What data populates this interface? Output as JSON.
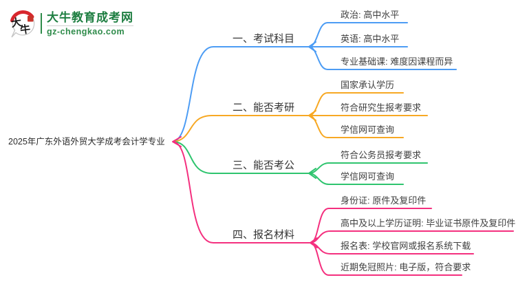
{
  "logo": {
    "icon_text": "大牛",
    "site_name": "大牛教育成考网",
    "site_url": "gz-chengkao.com",
    "brand_green": "#1e7e41",
    "seal_red": "#d8272e"
  },
  "root": {
    "label": "2025年广东外语外贸大学成考会计学专业"
  },
  "branches": [
    {
      "label": "一、考试科目",
      "color": "#4c9cf4",
      "children": [
        "政治: 高中水平",
        "英语: 高中水平",
        "专业基础课: 难度因课程而异"
      ]
    },
    {
      "label": "二、能否考研",
      "color": "#f7a823",
      "children": [
        "国家承认学历",
        "符合研究生报考要求",
        "学信网可查询"
      ]
    },
    {
      "label": "三、能否考公",
      "color": "#2ec46e",
      "children": [
        "符合公务员报考要求",
        "学信网可查询"
      ]
    },
    {
      "label": "四、报名材料",
      "color": "#f42f7e",
      "children": [
        "身份证: 原件及复印件",
        "高中及以上学历证明: 毕业证书原件及复印件",
        "报名表: 学校官网或报名系统下载",
        "近期免冠照片: 电子版，符合要求"
      ]
    }
  ]
}
